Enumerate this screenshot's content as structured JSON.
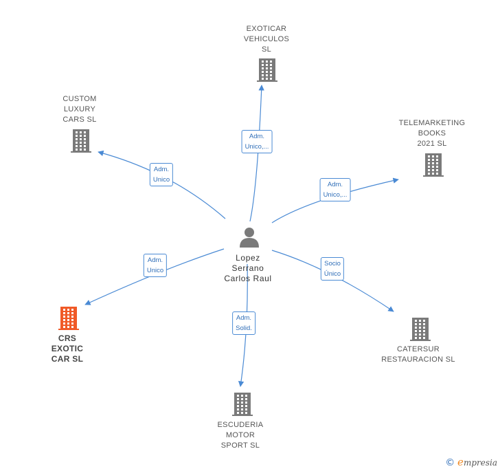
{
  "center": {
    "label": "Lopez\nSerrano\nCarlos Raul",
    "icon": "person-icon"
  },
  "companies": [
    {
      "id": "exoticar",
      "label": "EXOTICAR\nVEHICULOS\nSL",
      "relation": "Adm.\nUnico,...",
      "highlight": false
    },
    {
      "id": "custom-luxury",
      "label": "CUSTOM\nLUXURY\nCARS  SL",
      "relation": "Adm.\nUnico",
      "highlight": false
    },
    {
      "id": "telemarketing",
      "label": "TELEMARKETING\nBOOKS\n2021  SL",
      "relation": "Adm.\nUnico,...",
      "highlight": false
    },
    {
      "id": "crs-exotic",
      "label": "CRS\nEXOTIC\nCAR  SL",
      "relation": "Adm.\nUnico",
      "highlight": true
    },
    {
      "id": "catersur",
      "label": "CATERSUR\nRESTAURACION SL",
      "relation": "Socio\nÚnico",
      "highlight": false
    },
    {
      "id": "escuderia",
      "label": "ESCUDERIA\nMOTOR\nSPORT  SL",
      "relation": "Adm.\nSolid.",
      "highlight": false
    }
  ],
  "colors": {
    "edge": "#4a8ad4",
    "building": "#7a7a7a",
    "building_highlight": "#f05a28",
    "person": "#7a7a7a"
  },
  "footer": {
    "copyright": "©",
    "brand_initial": "e",
    "brand_rest": "mpresia"
  }
}
